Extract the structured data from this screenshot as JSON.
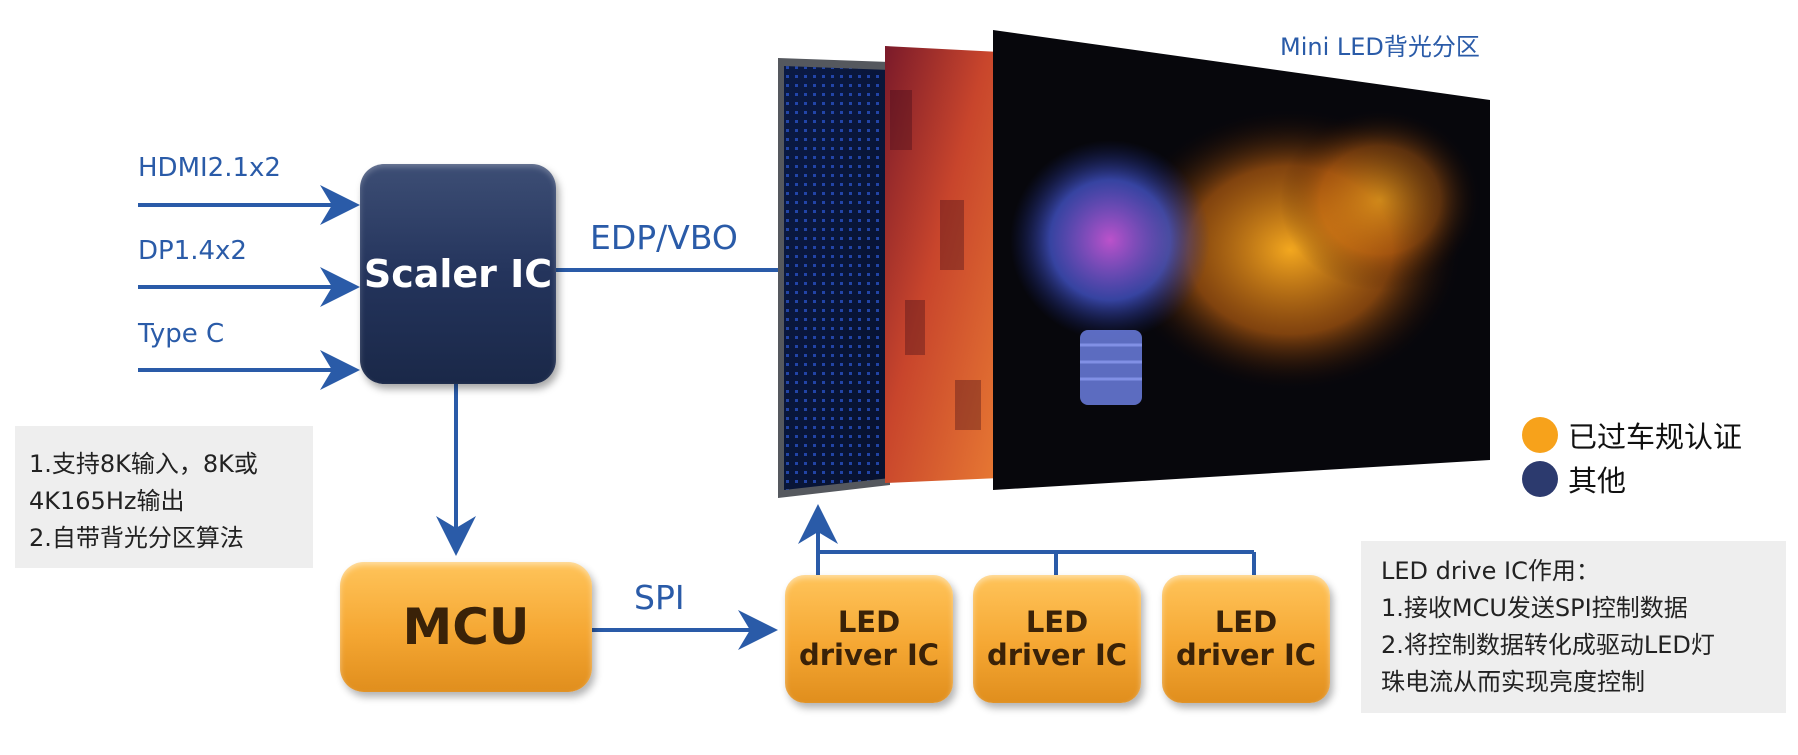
{
  "inputs": [
    {
      "label": "HDMI2.1x2"
    },
    {
      "label": "DP1.4x2"
    },
    {
      "label": "Type C"
    }
  ],
  "scaler": {
    "label": "Scaler IC"
  },
  "edp_label": "EDP/VBO",
  "mcu": {
    "label": "MCU"
  },
  "spi_label": "SPI",
  "led_drivers": [
    {
      "line1": "LED",
      "line2": "driver IC"
    },
    {
      "line1": "LED",
      "line2": "driver IC"
    },
    {
      "line1": "LED",
      "line2": "driver IC"
    }
  ],
  "panel_title": "Mini LED背光分区",
  "left_note": {
    "lines": [
      "1.支持8K输入，8K或",
      "4K165Hz输出",
      "2.自带背光分区算法"
    ]
  },
  "legend": [
    {
      "label": "已过车规认证",
      "color": "#f7a21b"
    },
    {
      "label": "其他",
      "color": "#2c3a6e"
    }
  ],
  "right_note": {
    "lines": [
      "LED drive IC作用：",
      "1.接收MCU发送SPI控制数据",
      "2.将控制数据转化成驱动LED灯",
      "珠电流从而实现亮度控制"
    ]
  },
  "colors": {
    "arrow": "#2a5ba8",
    "navy": "#24345c",
    "orange": "#f5a733"
  }
}
